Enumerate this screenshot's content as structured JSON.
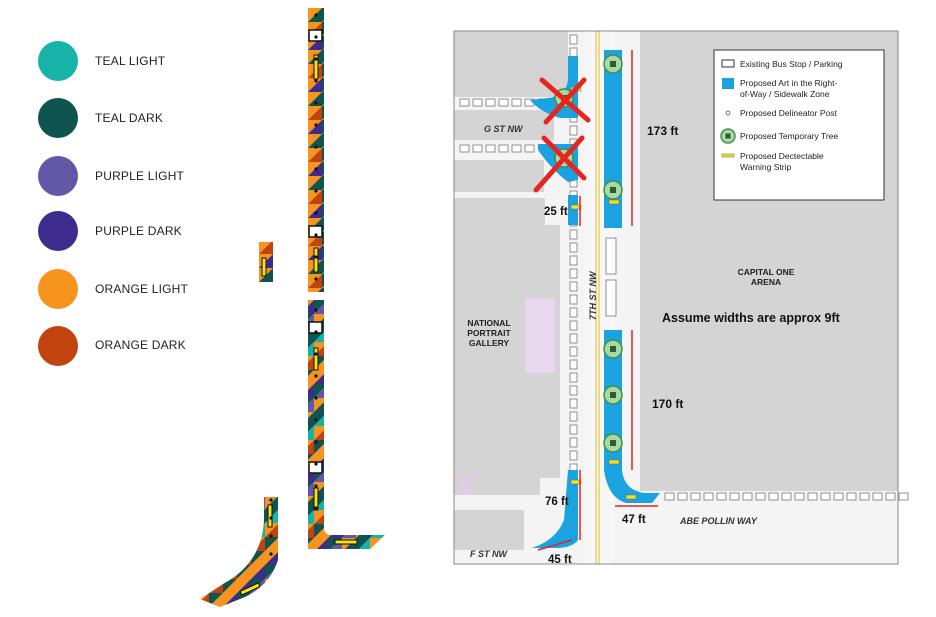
{
  "legend_swatches": [
    {
      "label": "TEAL LIGHT",
      "color": "#17b3a9"
    },
    {
      "label": "TEAL DARK",
      "color": "#10544f"
    },
    {
      "label": "PURPLE LIGHT",
      "color": "#6358a8"
    },
    {
      "label": "PURPLE DARK",
      "color": "#3d2b8d"
    },
    {
      "label": "ORANGE LIGHT",
      "color": "#f7941d"
    },
    {
      "label": "ORANGE DARK",
      "color": "#c1440e"
    }
  ],
  "map": {
    "legend": {
      "items": [
        {
          "label": "Existing Bus Stop / Parking",
          "icon": "bus-stop-rectangle"
        },
        {
          "label": "Proposed Art in the Right-of-Way / Sidewalk Zone",
          "icon": "blue-square"
        },
        {
          "label": "Proposed Delineator Post",
          "icon": "small-dot"
        },
        {
          "label": "Proposed Temporary Tree",
          "icon": "tree-circle"
        },
        {
          "label": "Proposed Dectectable Warning Strip",
          "icon": "yellow-strip"
        }
      ],
      "legend_line2": {
        "art": "of-Way / Sidewalk Zone",
        "strip": "Warning Strip"
      },
      "legend_line1": {
        "art": "Proposed Art in the Right-",
        "strip": "Proposed Dectectable"
      }
    },
    "streets": {
      "g_st": "G ST NW",
      "f_st": "F ST NW",
      "seventh": "7TH ST NW",
      "abe": "ABE POLLIN WAY"
    },
    "buildings": {
      "arena_line1": "CAPITAL ONE",
      "arena_line2": "ARENA",
      "gallery_line1": "NATIONAL",
      "gallery_line2": "PORTRAIT",
      "gallery_line3": "GALLERY"
    },
    "note": "Assume widths are approx 9ft",
    "measurements": {
      "m173": "173 ft",
      "m25": "25 ft",
      "m170": "170 ft",
      "m76": "76 ft",
      "m47": "47 ft",
      "m45": "45 ft"
    },
    "colors": {
      "art_blue": "#1aa3e0",
      "tree_green": "#5fb56b",
      "strip_yellow": "#f4e11c",
      "measure_red": "#d7262e",
      "x_red": "#e8241f",
      "building_gray": "#d4d4d4",
      "street_white": "#f4f4f4"
    }
  }
}
